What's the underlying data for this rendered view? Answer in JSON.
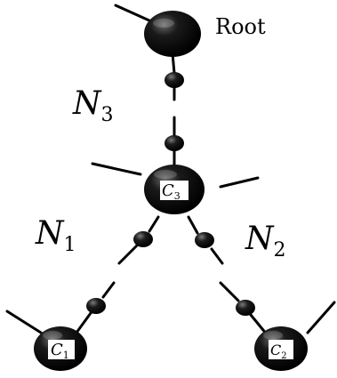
{
  "diagram": {
    "root_label": "Root",
    "edge_labels": {
      "n3": {
        "letter": "N",
        "subscript": "3"
      },
      "n1": {
        "letter": "N",
        "subscript": "1"
      },
      "n2": {
        "letter": "N",
        "subscript": "2"
      }
    },
    "nodes": {
      "c3": {
        "letter": "C",
        "subscript": "3"
      },
      "c1": {
        "letter": "C",
        "subscript": "1"
      },
      "c2": {
        "letter": "C",
        "subscript": "2"
      }
    },
    "colors": {
      "node_fill": "#0b0b0b",
      "line": "#000000",
      "label_box": "#ffffff"
    }
  }
}
